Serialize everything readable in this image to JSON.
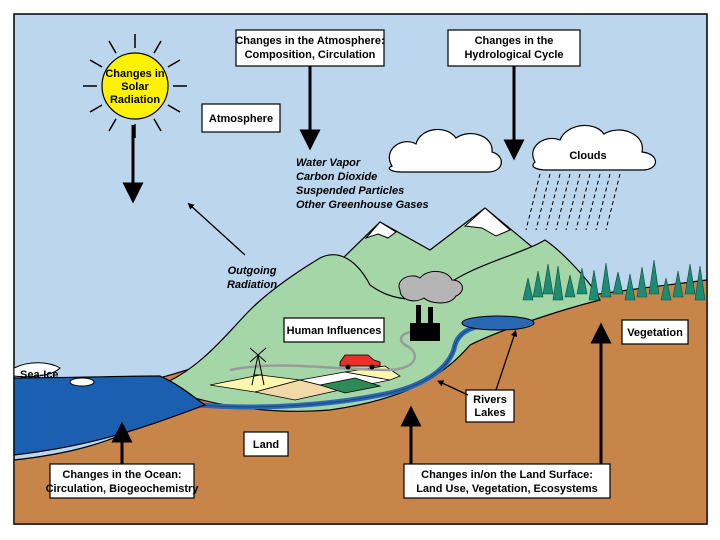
{
  "sun": {
    "line1": "Changes in",
    "line2": "Solar",
    "line3": "Radiation"
  },
  "atmosphere_changes": {
    "line1": "Changes in the Atmosphere:",
    "line2": "Composition, Circulation"
  },
  "hydrological": {
    "line1": "Changes in the",
    "line2": "Hydrological Cycle"
  },
  "atmosphere_label": "Atmosphere",
  "gases": [
    "Water Vapor",
    "Carbon Dioxide",
    "Suspended Particles",
    "Other Greenhouse Gases"
  ],
  "clouds_label": "Clouds",
  "outgoing": {
    "line1": "Outgoing",
    "line2": "Radiation"
  },
  "human_influences": "Human Influences",
  "sea_ice": "Sea-Ice",
  "vegetation": "Vegetation",
  "rivers_lakes": {
    "line1": "Rivers",
    "line2": "Lakes"
  },
  "land": "Land",
  "ocean_changes": {
    "line1": "Changes in the Ocean:",
    "line2": "Circulation, Biogeochemistry"
  },
  "land_surface_changes": {
    "line1": "Changes in/on the Land Surface:",
    "line2": "Land Use, Vegetation, Ecosystems"
  },
  "colors": {
    "sky": "#bcd6ee",
    "sun": "#fff200",
    "mountain": "#a5d6a7",
    "land": "#c8854a",
    "ocean": "#1a5fb0",
    "river": "#2a67b3",
    "trees": "#1e8c73"
  }
}
